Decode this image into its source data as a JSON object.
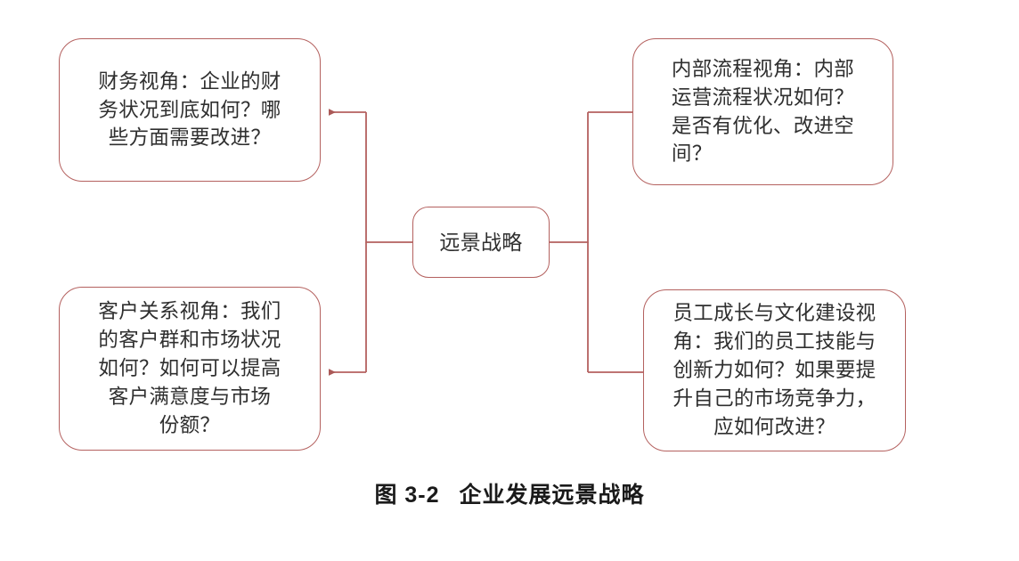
{
  "diagram": {
    "title": "企业发展远景战略",
    "accent_color": "#b4615f",
    "text_color": "#2f2f2f",
    "center": {
      "id": "vision-strategy",
      "label": "远景战略"
    },
    "nodes": [
      {
        "id": "finance-perspective",
        "position": "top-left",
        "text": "财务视角：企业的财\n务状况到底如何？哪\n些方面需要改进？"
      },
      {
        "id": "internal-process-perspective",
        "position": "top-right",
        "text": "内部流程视角：内部\n运营流程状况如何？\n是否有优化、改进空\n间？"
      },
      {
        "id": "customer-relationship-perspective",
        "position": "bottom-left",
        "text": "客户关系视角：我们\n的客户群和市场状况\n如何？如何可以提高\n客户满意度与市场\n份额？"
      },
      {
        "id": "employee-growth-culture-perspective",
        "position": "bottom-right",
        "text": "员工成长与文化建设视\n角：我们的员工技能与\n创新力如何？如果要提\n升自己的市场竞争力，\n应如何改进？"
      }
    ],
    "connectors": [
      {
        "id": "to-finance",
        "direction": "left-up",
        "arrow": "left"
      },
      {
        "id": "to-customer",
        "direction": "left-down",
        "arrow": "left"
      },
      {
        "id": "to-process",
        "direction": "right-up",
        "arrow": "right"
      },
      {
        "id": "to-people",
        "direction": "right-down",
        "arrow": "right"
      }
    ]
  },
  "caption": {
    "number": "图 3-2",
    "title": "企业发展远景战略"
  }
}
